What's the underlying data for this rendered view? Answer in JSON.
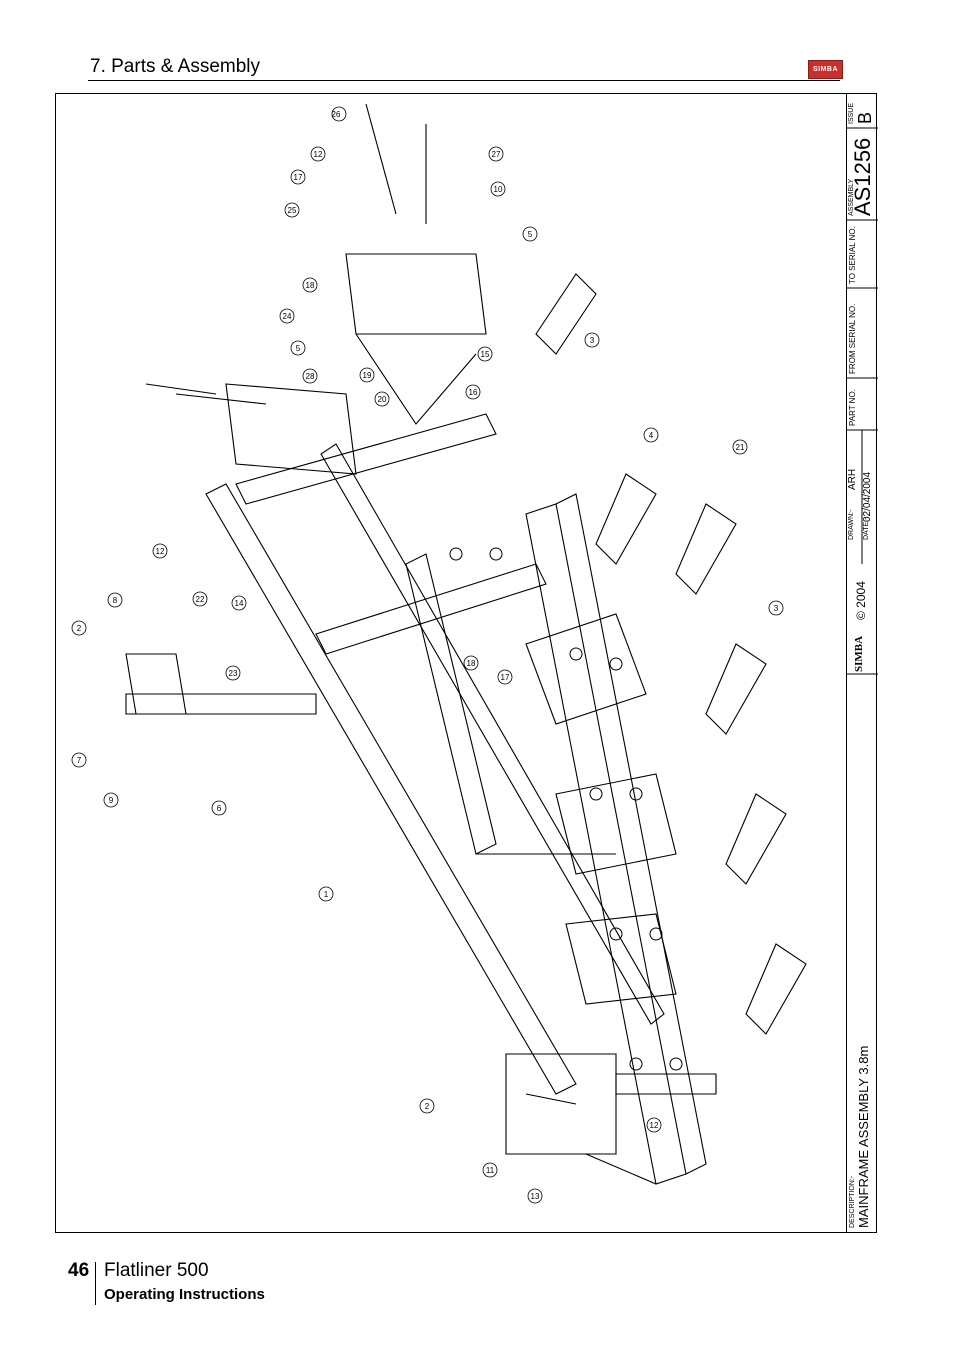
{
  "header": {
    "section_title": "7. Parts & Assembly",
    "logo_text": "SIMBA"
  },
  "title_block": {
    "issue_label": "ISSUE",
    "issue_value": "B",
    "assembly_label": "ASSEMBLY",
    "assembly_value": "AS1256",
    "to_serial_label": "TO SERIAL NO.",
    "from_serial_label": "FROM SERIAL NO.",
    "part_no_label": "PART NO.",
    "drawn_label": "DRAWN:-",
    "drawn_value": "ARH",
    "date_label": "DATE:-",
    "date_value": "02/04/2004",
    "copyright": "© 2004",
    "logo_text": "SIMBA",
    "description_label": "DESCRIPTION:-",
    "description_value": "MAINFRAME ASSEMBLY 3.8m"
  },
  "callouts": [
    "26",
    "12",
    "27",
    "17",
    "10",
    "25",
    "5",
    "18",
    "24",
    "5",
    "3",
    "15",
    "28",
    "19",
    "20",
    "16",
    "4",
    "21",
    "12",
    "14",
    "8",
    "22",
    "2",
    "23",
    "3",
    "18",
    "17",
    "7",
    "9",
    "6",
    "1",
    "2",
    "12",
    "11",
    "13"
  ],
  "footer": {
    "page_number": "46",
    "product": "Flatliner 500",
    "subtitle": "Operating Instructions"
  }
}
